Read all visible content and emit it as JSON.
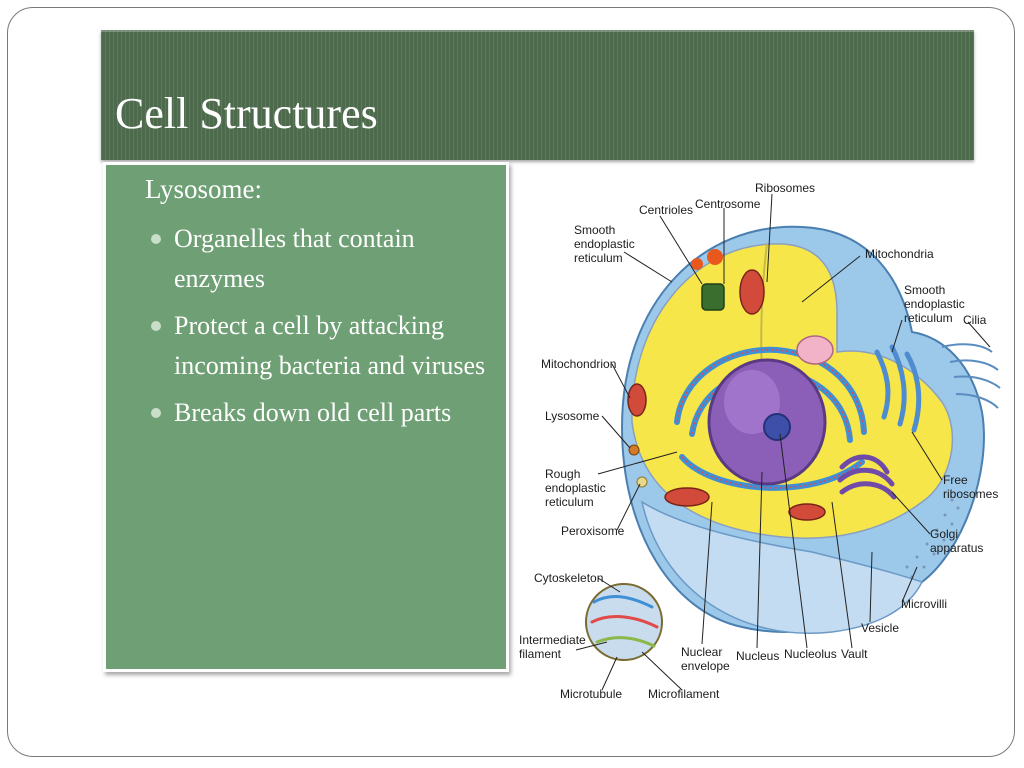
{
  "slide": {
    "title": "Cell Structures",
    "heading": "Lysosome:",
    "bullets": [
      "Organelles that contain enzymes",
      "Protect a cell by attacking incoming bacteria and viruses",
      "Breaks down old cell parts"
    ]
  },
  "diagram": {
    "labels": {
      "ribosomes": "Ribosomes",
      "centrosome": "Centrosome",
      "centrioles": "Centrioles",
      "smooth_er_left_1": "Smooth",
      "smooth_er_left_2": "endoplastic",
      "smooth_er_left_3": "reticulum",
      "mitochondria": "Mitochondria",
      "smooth_er_right_1": "Smooth",
      "smooth_er_right_2": "endoplastic",
      "smooth_er_right_3": "reticulum",
      "cilia": "Cilia",
      "mitochondrion": "Mitochondrion",
      "lysosome": "Lysosome",
      "rough_er_1": "Rough",
      "rough_er_2": "endoplastic",
      "rough_er_3": "reticulum",
      "peroxisome": "Peroxisome",
      "free_ribosomes_1": "Free",
      "free_ribosomes_2": "ribosomes",
      "golgi_1": "Golgi",
      "golgi_2": "apparatus",
      "cytoskeleton": "Cytoskeleton",
      "microvilli": "Microvilli",
      "vesicle": "Vesicle",
      "intermediate_1": "Intermediate",
      "intermediate_2": "filament",
      "nuclear_env_1": "Nuclear",
      "nuclear_env_2": "envelope",
      "nucleus": "Nucleus",
      "nucleolus": "Nucleolus",
      "vault": "Vault",
      "microtubule": "Microtubule",
      "microfilament": "Microfilament"
    }
  },
  "colors": {
    "title_bar": "#4d6a4d",
    "content_box": "#6f9f74",
    "text": "#ffffff",
    "bullet": "#c9dfc9"
  }
}
